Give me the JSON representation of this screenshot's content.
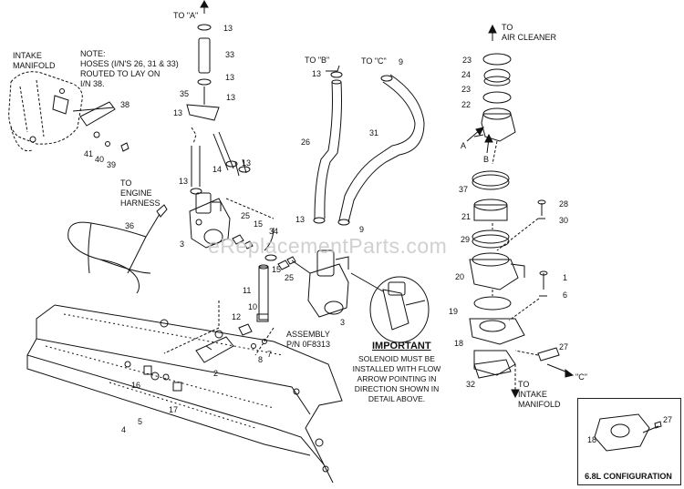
{
  "title_labels": {
    "intake_manifold_top": "INTAKE\nMANIFOLD",
    "to_a": "TO \"A\"",
    "to_b": "TO \"B\"",
    "to_c": "TO \"C\"",
    "to_air_cleaner": "TO\nAIR CLEANER",
    "to_engine_harness": "TO\nENGINE\nHARNESS",
    "to_intake_manifold": "TO\nINTAKE\nMANIFOLD",
    "arrow_a": "A",
    "arrow_b": "B",
    "arrow_c": "\"C\"",
    "assembly": "ASSEMBLY\nP/N 0F8313"
  },
  "note": "NOTE:\nHOSES (I/N'S 26, 31 & 33)\nROUTED TO LAY ON\nI/N 38.",
  "important": {
    "title": "IMPORTANT",
    "body": "SOLENOID MUST BE\nINSTALLED WITH FLOW\nARROW POINTING IN\nDIRECTION SHOWN IN\nDETAIL ABOVE."
  },
  "configuration_label": "6.8L CONFIGURATION",
  "watermark": "eReplacementParts.com",
  "callouts": [
    {
      "id": "c13a",
      "text": "13"
    },
    {
      "id": "c33",
      "text": "33"
    },
    {
      "id": "c13b",
      "text": "13"
    },
    {
      "id": "c35",
      "text": "35"
    },
    {
      "id": "c13c",
      "text": "13"
    },
    {
      "id": "c13d",
      "text": "13"
    },
    {
      "id": "c14",
      "text": "14"
    },
    {
      "id": "c13e",
      "text": "13"
    },
    {
      "id": "c13f",
      "text": "13"
    },
    {
      "id": "c38",
      "text": "38"
    },
    {
      "id": "c41",
      "text": "41"
    },
    {
      "id": "c40",
      "text": "40"
    },
    {
      "id": "c39",
      "text": "39"
    },
    {
      "id": "c36",
      "text": "36"
    },
    {
      "id": "c3a",
      "text": "3"
    },
    {
      "id": "c25a",
      "text": "25"
    },
    {
      "id": "c15a",
      "text": "15"
    },
    {
      "id": "c34",
      "text": "34"
    },
    {
      "id": "c15b",
      "text": "15"
    },
    {
      "id": "c25b",
      "text": "25"
    },
    {
      "id": "c11",
      "text": "11"
    },
    {
      "id": "c10",
      "text": "10"
    },
    {
      "id": "c12",
      "text": "12"
    },
    {
      "id": "c2",
      "text": "2"
    },
    {
      "id": "c8",
      "text": "8"
    },
    {
      "id": "c7",
      "text": "7"
    },
    {
      "id": "c16",
      "text": "16"
    },
    {
      "id": "c17",
      "text": "17"
    },
    {
      "id": "c4",
      "text": "4"
    },
    {
      "id": "c5",
      "text": "5"
    },
    {
      "id": "c13g",
      "text": "13"
    },
    {
      "id": "c9a",
      "text": "9"
    },
    {
      "id": "c26",
      "text": "26"
    },
    {
      "id": "c31",
      "text": "31"
    },
    {
      "id": "c13h",
      "text": "13"
    },
    {
      "id": "c9b",
      "text": "9"
    },
    {
      "id": "c3b",
      "text": "3"
    },
    {
      "id": "c23a",
      "text": "23"
    },
    {
      "id": "c24",
      "text": "24"
    },
    {
      "id": "c23b",
      "text": "23"
    },
    {
      "id": "c22",
      "text": "22"
    },
    {
      "id": "c37",
      "text": "37"
    },
    {
      "id": "c28",
      "text": "28"
    },
    {
      "id": "c21",
      "text": "21"
    },
    {
      "id": "c30",
      "text": "30"
    },
    {
      "id": "c29",
      "text": "29"
    },
    {
      "id": "c20",
      "text": "20"
    },
    {
      "id": "c1",
      "text": "1"
    },
    {
      "id": "c6",
      "text": "6"
    },
    {
      "id": "c19",
      "text": "19"
    },
    {
      "id": "c18a",
      "text": "18"
    },
    {
      "id": "c27a",
      "text": "27"
    },
    {
      "id": "c32",
      "text": "32"
    },
    {
      "id": "c18b",
      "text": "18"
    },
    {
      "id": "c27b",
      "text": "27"
    }
  ]
}
